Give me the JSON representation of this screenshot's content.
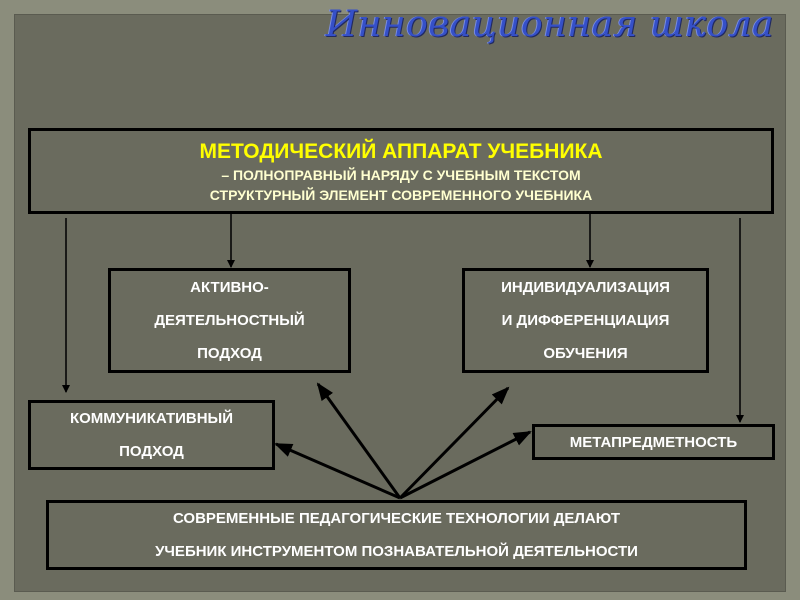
{
  "title": "Инновационная школа",
  "main_box": {
    "heading": "МЕТОДИЧЕСКИЙ АППАРАТ УЧЕБНИКА",
    "line1": "– ПОЛНОПРАВНЫЙ НАРЯДУ С УЧЕБНЫМ ТЕКСТОМ",
    "line2": "СТРУКТУРНЫЙ ЭЛЕМЕНТ СОВРЕМЕННОГО УЧЕБНИКА"
  },
  "active": {
    "l1": "АКТИВНО-",
    "l2": "ДЕЯТЕЛЬНОСТНЫЙ",
    "l3": "ПОДХОД"
  },
  "indiv": {
    "l1": "ИНДИВИДУАЛИЗАЦИЯ",
    "l2": "И ДИФФЕРЕНЦИАЦИЯ",
    "l3": "ОБУЧЕНИЯ"
  },
  "comm": {
    "l1": "КОММУНИКАТИВНЫЙ",
    "l2": "ПОДХОД"
  },
  "meta": {
    "l1": "МЕТАПРЕДМЕТНОСТЬ"
  },
  "bottom": {
    "l1": "СОВРЕМЕННЫЕ ПЕДАГОГИЧЕСКИЕ ТЕХНОЛОГИИ ДЕЛАЮТ",
    "l2": "УЧЕБНИК  ИНСТРУМЕНТОМ ПОЗНАВАТЕЛЬНОЙ ДЕЯТЕЛЬНОСТИ"
  }
}
